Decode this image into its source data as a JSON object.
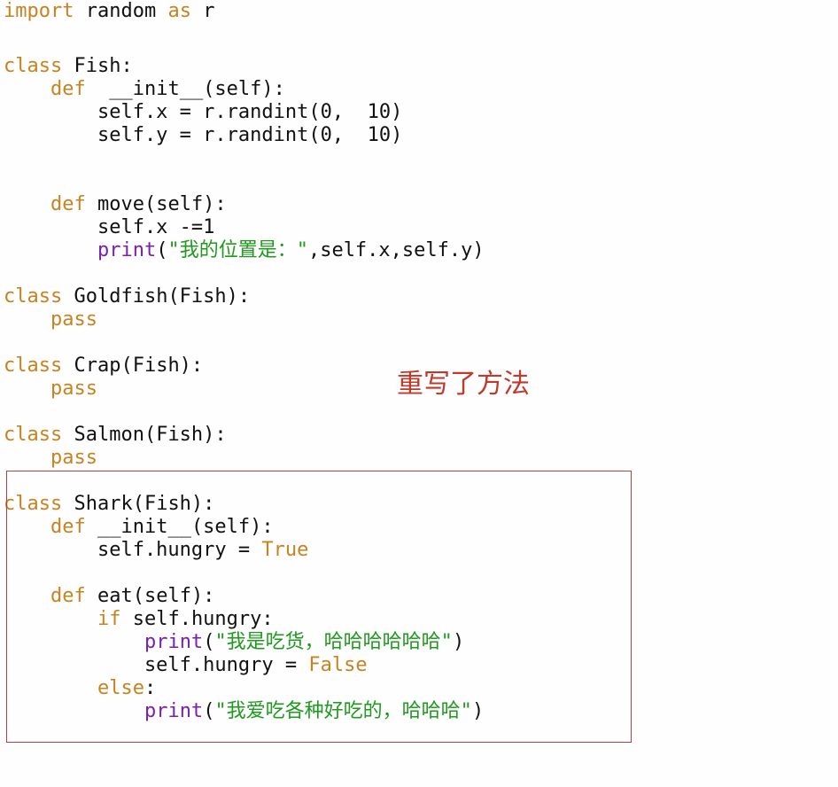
{
  "lines": [
    {
      "parts": [
        {
          "t": "import",
          "c": "kw"
        },
        {
          "t": " random ",
          "c": ""
        },
        {
          "t": "as",
          "c": "kw"
        },
        {
          "t": " r",
          "c": ""
        }
      ]
    },
    {
      "parts": []
    },
    {
      "parts": [
        {
          "t": "class",
          "c": "kw"
        },
        {
          "t": " Fish:",
          "c": ""
        }
      ]
    },
    {
      "parts": [
        {
          "t": "    ",
          "c": ""
        },
        {
          "t": "def",
          "c": "kw"
        },
        {
          "t": "  __init__(self):",
          "c": ""
        }
      ]
    },
    {
      "parts": [
        {
          "t": "        self.x = r.randint(0,  10)",
          "c": ""
        }
      ]
    },
    {
      "parts": [
        {
          "t": "        self.y = r.randint(0,  10)",
          "c": ""
        }
      ]
    },
    {
      "parts": []
    },
    {
      "parts": []
    },
    {
      "parts": [
        {
          "t": "    ",
          "c": ""
        },
        {
          "t": "def",
          "c": "kw"
        },
        {
          "t": " move(self):",
          "c": ""
        }
      ]
    },
    {
      "parts": [
        {
          "t": "        self.x -=1",
          "c": ""
        }
      ]
    },
    {
      "parts": [
        {
          "t": "        ",
          "c": ""
        },
        {
          "t": "print",
          "c": "bi"
        },
        {
          "t": "(",
          "c": ""
        },
        {
          "t": "\"我的位置是：\"",
          "c": "str"
        },
        {
          "t": ",self.x,self.y)",
          "c": ""
        }
      ]
    },
    {
      "parts": []
    },
    {
      "parts": [
        {
          "t": "class",
          "c": "kw"
        },
        {
          "t": " Goldfish(Fish):",
          "c": ""
        }
      ]
    },
    {
      "parts": [
        {
          "t": "    ",
          "c": ""
        },
        {
          "t": "pass",
          "c": "kw"
        }
      ]
    },
    {
      "parts": []
    },
    {
      "parts": [
        {
          "t": "class",
          "c": "kw"
        },
        {
          "t": " Crap(Fish):",
          "c": ""
        }
      ]
    },
    {
      "parts": [
        {
          "t": "    ",
          "c": ""
        },
        {
          "t": "pass",
          "c": "kw"
        }
      ]
    },
    {
      "parts": []
    },
    {
      "parts": [
        {
          "t": "class",
          "c": "kw"
        },
        {
          "t": " Salmon(Fish):",
          "c": ""
        }
      ]
    },
    {
      "parts": [
        {
          "t": "    ",
          "c": ""
        },
        {
          "t": "pass",
          "c": "kw"
        }
      ]
    },
    {
      "parts": []
    },
    {
      "parts": [
        {
          "t": "class",
          "c": "kw"
        },
        {
          "t": " Shark(Fish):",
          "c": ""
        }
      ]
    },
    {
      "parts": [
        {
          "t": "    ",
          "c": ""
        },
        {
          "t": "def",
          "c": "kw"
        },
        {
          "t": " __init__(self):",
          "c": ""
        }
      ]
    },
    {
      "parts": [
        {
          "t": "        self.hungry = ",
          "c": ""
        },
        {
          "t": "True",
          "c": "kw"
        }
      ]
    },
    {
      "parts": []
    },
    {
      "parts": [
        {
          "t": "    ",
          "c": ""
        },
        {
          "t": "def",
          "c": "kw"
        },
        {
          "t": " eat(self):",
          "c": ""
        }
      ]
    },
    {
      "parts": [
        {
          "t": "        ",
          "c": ""
        },
        {
          "t": "if",
          "c": "kw"
        },
        {
          "t": " self.hungry:",
          "c": ""
        }
      ]
    },
    {
      "parts": [
        {
          "t": "            ",
          "c": ""
        },
        {
          "t": "print",
          "c": "bi"
        },
        {
          "t": "(",
          "c": ""
        },
        {
          "t": "\"我是吃货，哈哈哈哈哈哈\"",
          "c": "str"
        },
        {
          "t": ")",
          "c": ""
        }
      ]
    },
    {
      "parts": [
        {
          "t": "            self.hungry = ",
          "c": ""
        },
        {
          "t": "False",
          "c": "kw"
        }
      ]
    },
    {
      "parts": [
        {
          "t": "        ",
          "c": ""
        },
        {
          "t": "else",
          "c": "kw"
        },
        {
          "t": ":",
          "c": ""
        }
      ]
    },
    {
      "parts": [
        {
          "t": "            ",
          "c": ""
        },
        {
          "t": "print",
          "c": "bi"
        },
        {
          "t": "(",
          "c": ""
        },
        {
          "t": "\"我爱吃各种好吃的，哈哈哈\"",
          "c": "str"
        },
        {
          "t": ")",
          "c": ""
        }
      ]
    }
  ],
  "annotation": "重写了方法",
  "colors": {
    "keyword": "#c88320",
    "builtin": "#7a1fb0",
    "string": "#1f9a1f",
    "box": "#b04040",
    "annotation": "#c0392b"
  }
}
